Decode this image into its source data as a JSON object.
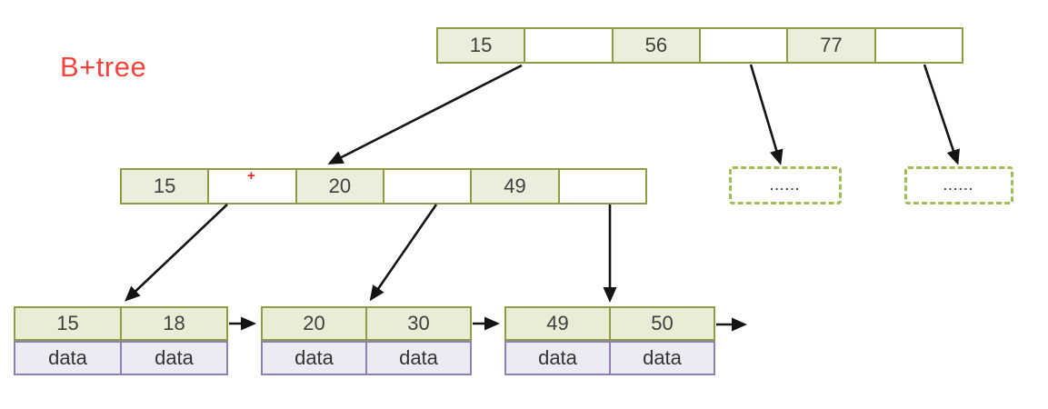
{
  "title": {
    "label": "B+tree"
  },
  "tree": {
    "root": {
      "cells": [
        {
          "t": "key",
          "v": "15"
        },
        {
          "t": "ptr",
          "v": ""
        },
        {
          "t": "key",
          "v": "56"
        },
        {
          "t": "ptr",
          "v": ""
        },
        {
          "t": "key",
          "v": "77"
        },
        {
          "t": "ptr",
          "v": ""
        }
      ]
    },
    "internal": {
      "plus_mark": "+",
      "cells": [
        {
          "t": "key",
          "v": "15"
        },
        {
          "t": "ptr",
          "v": ""
        },
        {
          "t": "key",
          "v": "20"
        },
        {
          "t": "ptr",
          "v": ""
        },
        {
          "t": "key",
          "v": "49"
        },
        {
          "t": "ptr",
          "v": ""
        }
      ]
    },
    "dashed_nodes": [
      {
        "label": "......"
      },
      {
        "label": "......"
      }
    ],
    "leaves": [
      {
        "keys": [
          "15",
          "18"
        ],
        "data": [
          "data",
          "data"
        ]
      },
      {
        "keys": [
          "20",
          "30"
        ],
        "data": [
          "data",
          "data"
        ]
      },
      {
        "keys": [
          "49",
          "50"
        ],
        "data": [
          "data",
          "data"
        ]
      }
    ]
  },
  "colors": {
    "node_border": "#8b9e44",
    "key_fill": "#eaeedb",
    "pointer_fill": "#ffffff",
    "data_border": "#8f7eb8",
    "data_fill": "#eceaf2",
    "dashed_border": "#a3bd55",
    "arrow": "#141414",
    "title_red": "#f8423c",
    "plus_red": "#e8211d",
    "cell_text": "#3f3f3f"
  }
}
